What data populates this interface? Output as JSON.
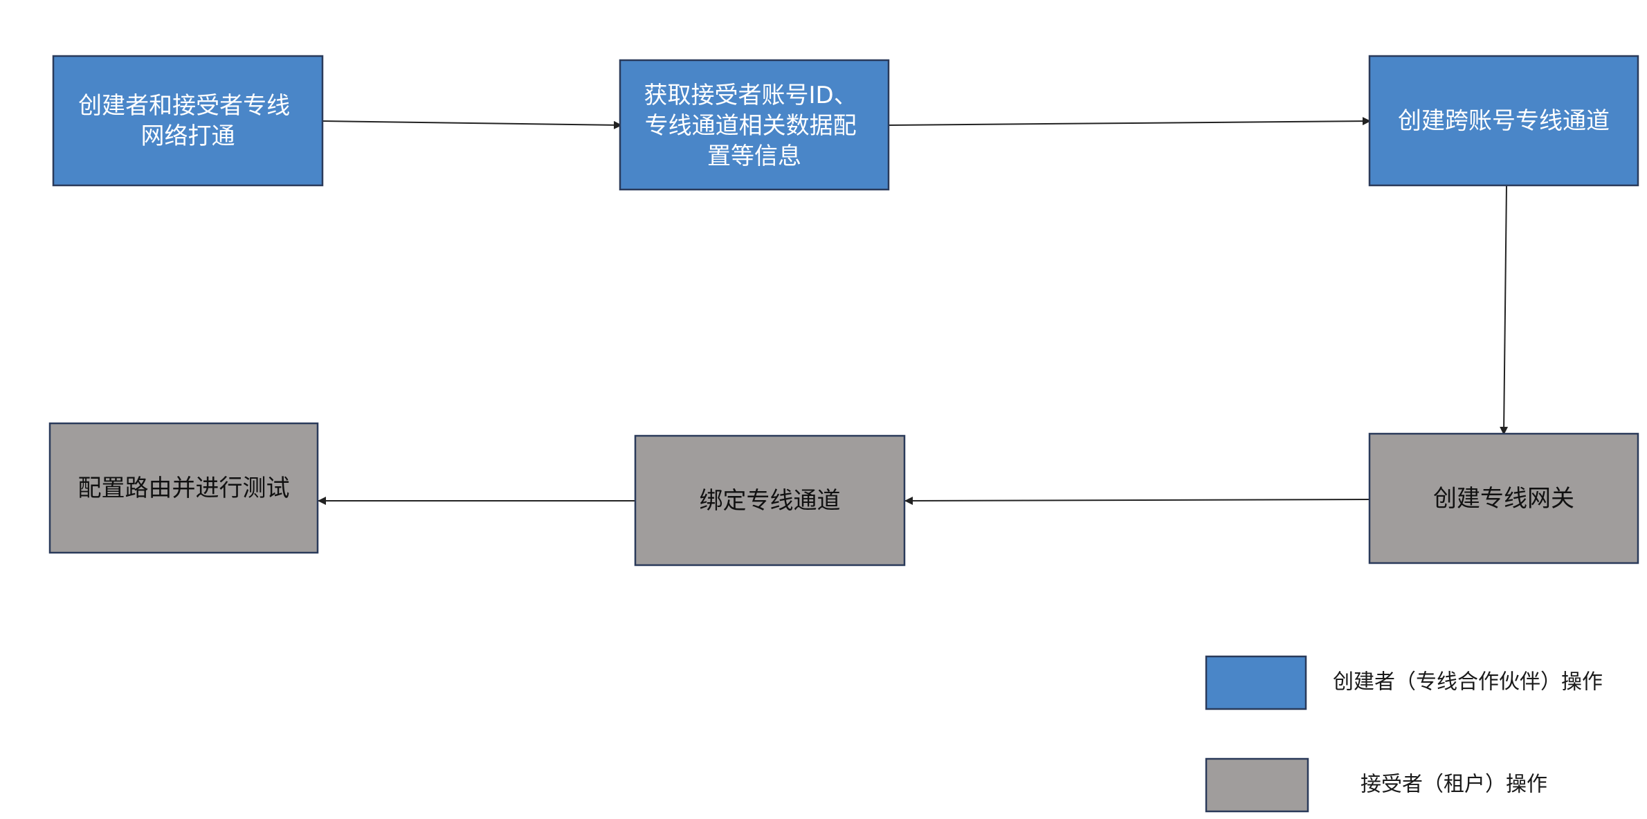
{
  "colors": {
    "creator": "#4a86c8",
    "receiver": "#a09d9c",
    "border": "#2a3a5a",
    "creator_text": "#ffffff",
    "receiver_text": "#111111",
    "arrow": "#222222"
  },
  "nodes": {
    "n1": {
      "lines": [
        "创建者和接受者专线",
        "网络打通"
      ],
      "role": "creator"
    },
    "n2": {
      "lines": [
        "获取接受者账号ID、",
        "专线通道相关数据配",
        "置等信息"
      ],
      "role": "creator"
    },
    "n3": {
      "lines": [
        "创建跨账号专线通道"
      ],
      "role": "creator"
    },
    "n4": {
      "lines": [
        "创建专线网关"
      ],
      "role": "receiver"
    },
    "n5": {
      "lines": [
        "绑定专线通道"
      ],
      "role": "receiver"
    },
    "n6": {
      "lines": [
        "配置路由并进行测试"
      ],
      "role": "receiver"
    }
  },
  "edges": [
    {
      "from": "n1",
      "to": "n2"
    },
    {
      "from": "n2",
      "to": "n3"
    },
    {
      "from": "n3",
      "to": "n4"
    },
    {
      "from": "n4",
      "to": "n5"
    },
    {
      "from": "n5",
      "to": "n6"
    }
  ],
  "legend": {
    "creator_label": "创建者（专线合作伙伴）操作",
    "receiver_label": "接受者（租户）操作"
  }
}
